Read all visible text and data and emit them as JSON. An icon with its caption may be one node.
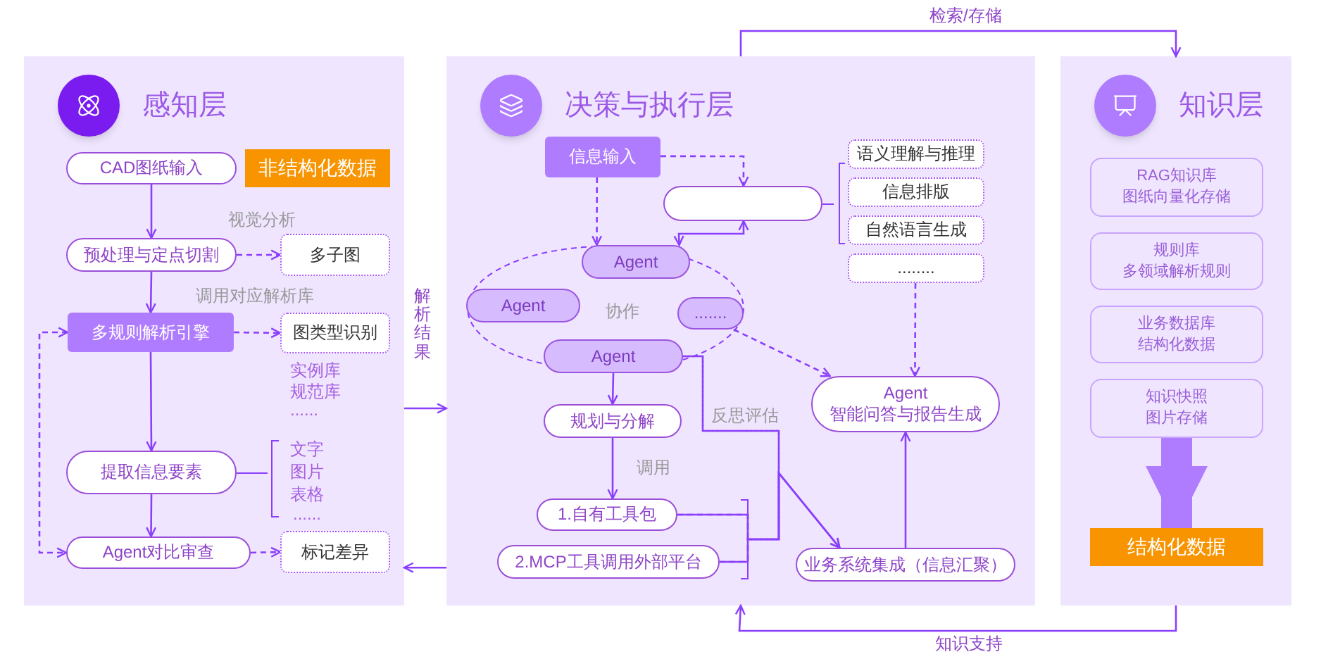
{
  "diagram": {
    "nodes": [
      {
        "text": [
          "感知层"
        ]
      },
      {
        "text": [
          "CAD图纸输入"
        ],
        "in": 0
      },
      {
        "text": [
          "非结构化数据"
        ],
        "in": 0
      },
      {
        "text": [
          "预处理与定点切割"
        ],
        "in": 0
      },
      {
        "text": [
          "多子图"
        ],
        "in": 0
      },
      {
        "text": [
          "多规则解析引擎"
        ],
        "in": 0
      },
      {
        "text": [
          "图类型识别"
        ],
        "in": 0
      },
      {
        "text": [
          "提取信息要素"
        ],
        "in": 0
      },
      {
        "text": [
          "Agent对比审查"
        ],
        "in": 0
      },
      {
        "text": [
          "标记差异"
        ],
        "in": 0
      },
      {
        "text": [
          "决策与执行层"
        ]
      },
      {
        "text": [
          "信息输入"
        ],
        "in": 10
      },
      {
        "text": [],
        "shape": "box",
        "in": 10
      },
      {
        "text": [
          "语义理解与推理"
        ],
        "in": 10
      },
      {
        "text": [
          "信息排版"
        ],
        "in": 10
      },
      {
        "text": [
          "自然语言生成"
        ],
        "in": 10
      },
      {
        "text": [
          "........"
        ],
        "in": 10
      },
      {
        "text": [
          "Agent"
        ],
        "in": 10
      },
      {
        "text": [
          "Agent"
        ],
        "in": 10
      },
      {
        "text": [
          "......."
        ],
        "in": 10
      },
      {
        "text": [
          "Agent"
        ],
        "in": 10
      },
      {
        "text": [
          "规划与分解"
        ],
        "in": 10
      },
      {
        "text": [
          "1.自有工具包"
        ],
        "in": 10
      },
      {
        "text": [
          "2.MCP工具调用外部平台"
        ],
        "in": 10
      },
      {
        "text": [
          "Agent",
          "智能问答与报告生成"
        ],
        "in": 10
      },
      {
        "text": [
          "业务系统集成（信息汇聚）"
        ],
        "in": 10
      },
      {
        "text": [
          "知识层"
        ]
      },
      {
        "text": [
          "RAG知识库",
          "图纸向量化存储"
        ],
        "in": 26
      },
      {
        "text": [
          "规则库",
          "多领域解析规则"
        ],
        "in": 26
      },
      {
        "text": [
          "业务数据库",
          "结构化数据"
        ],
        "in": 26
      },
      {
        "text": [
          "知识快照",
          "图片存储"
        ],
        "in": 26
      },
      {
        "text": [
          "结构化数据"
        ],
        "in": 26
      }
    ],
    "edges": [
      {
        "from": 1,
        "to": 3,
        "arrow": "to"
      },
      {
        "from": 3,
        "to": 4,
        "arrow": "to",
        "style": "dashed"
      },
      {
        "from": 3,
        "to": 5,
        "arrow": "to"
      },
      {
        "from": 5,
        "to": 6,
        "arrow": "to",
        "style": "dashed"
      },
      {
        "from": 5,
        "to": 7,
        "arrow": "to"
      },
      {
        "from": 7,
        "to": 8,
        "arrow": "to"
      },
      {
        "from": 8,
        "to": 9,
        "arrow": "to",
        "style": "dashed"
      },
      {
        "from": 5,
        "to": 8,
        "arrow": "both",
        "style": "dashed"
      },
      {
        "from": 0,
        "to": 10,
        "arrow": "to",
        "label": "解析结果"
      },
      {
        "from": 10,
        "to": 0,
        "arrow": "to"
      },
      {
        "from": 11,
        "to": 17,
        "arrow": "to",
        "style": "dashed"
      },
      {
        "from": 11,
        "to": 12,
        "arrow": "to",
        "style": "dashed"
      },
      {
        "from": 17,
        "to": 12,
        "arrow": "both"
      },
      {
        "from": 16,
        "to": 24,
        "arrow": "to",
        "style": "dashed"
      },
      {
        "from": 19,
        "to": 24,
        "arrow": "to",
        "style": "dashed"
      },
      {
        "from": 20,
        "to": 21,
        "arrow": "to"
      },
      {
        "from": 21,
        "to": 22,
        "arrow": "to"
      },
      {
        "from": 22,
        "to": 20,
        "arrow": "none",
        "style": "dashed"
      },
      {
        "from": 23,
        "to": 20,
        "arrow": "none",
        "style": "dashed"
      },
      {
        "from": 22,
        "to": 25,
        "arrow": "to"
      },
      {
        "from": 23,
        "to": 25,
        "arrow": "to"
      },
      {
        "from": 25,
        "to": 24,
        "arrow": "to"
      },
      {
        "from": 10,
        "to": 26,
        "arrow": "to",
        "label": "检索/存储"
      },
      {
        "from": 26,
        "to": 10,
        "arrow": "to",
        "label": "知识支持"
      },
      {
        "from": 30,
        "to": 31,
        "arrow": "to",
        "style": "thick",
        "color": "#b07cff"
      }
    ],
    "labels": [
      "视觉分析",
      "调用对应解析库",
      "实例库",
      "规范库",
      "......",
      "文字",
      "图片",
      "表格",
      "......",
      "协作",
      "反思评估",
      "调用"
    ]
  }
}
